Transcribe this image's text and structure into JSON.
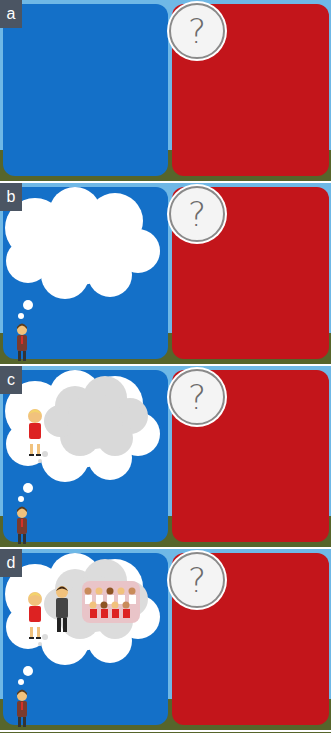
{
  "diagram": {
    "nodes": [
      {
        "text": [
          "a"
        ]
      },
      {
        "text": [
          "?"
        ]
      },
      {
        "text": [
          "b"
        ]
      },
      {
        "text": [
          "?"
        ]
      },
      {
        "text": [
          "c"
        ]
      },
      {
        "text": [
          "?"
        ]
      },
      {
        "text": [
          "d"
        ]
      },
      {
        "text": [
          "?"
        ]
      }
    ]
  }
}
